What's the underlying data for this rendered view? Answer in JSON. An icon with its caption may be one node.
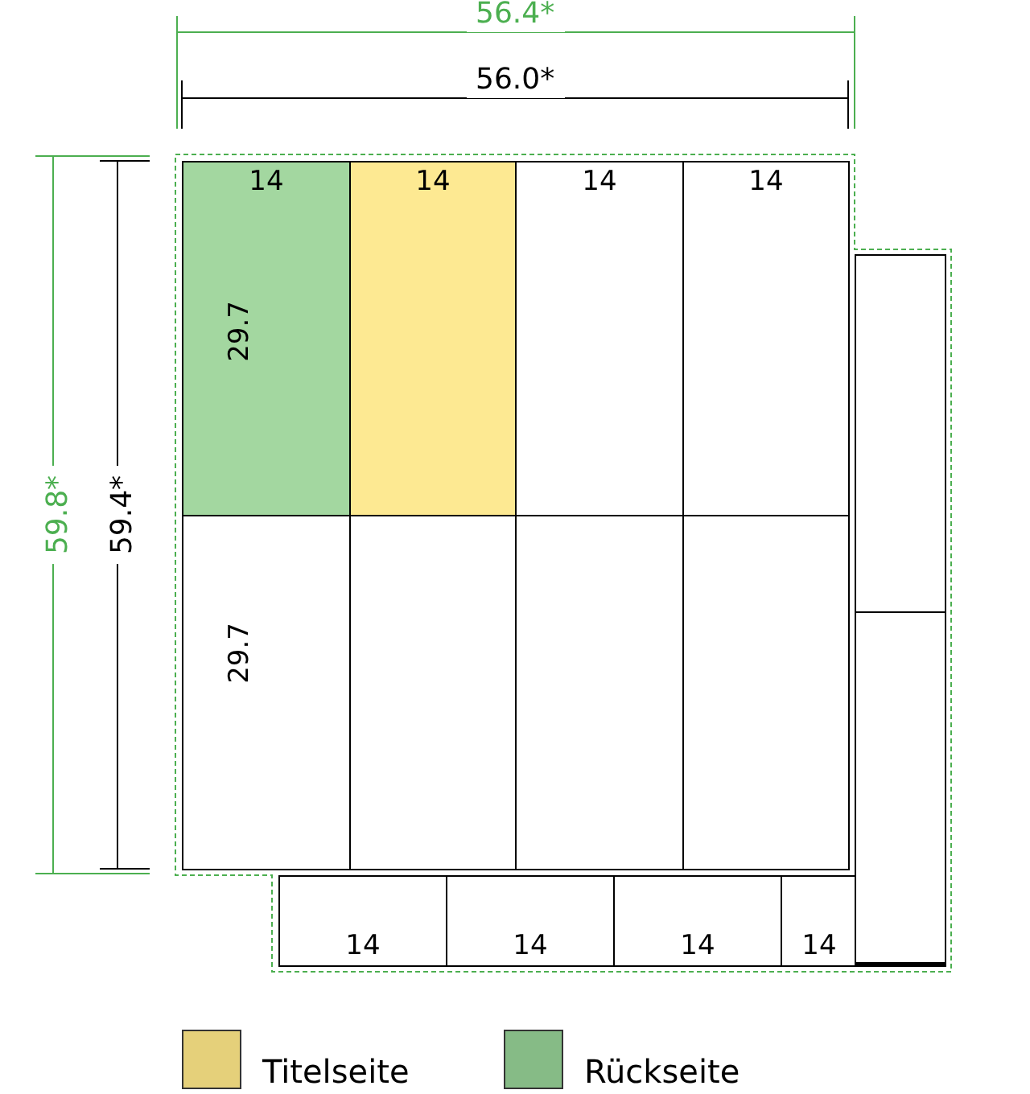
{
  "diagram": {
    "nodes": [
      {
        "text": [
          "14",
          "29.7"
        ]
      },
      {
        "text": [
          "14"
        ]
      },
      {
        "text": [
          "14"
        ]
      },
      {
        "text": [
          "14"
        ]
      },
      {
        "text": [],
        "shape": "box"
      },
      {
        "text": [
          "29.7"
        ]
      },
      {
        "text": [],
        "shape": "box"
      },
      {
        "text": [],
        "shape": "box"
      },
      {
        "text": [],
        "shape": "box"
      },
      {
        "text": [],
        "shape": "box"
      },
      {
        "text": [
          "14"
        ]
      },
      {
        "text": [
          "14"
        ]
      },
      {
        "text": [
          "14"
        ]
      },
      {
        "text": [
          "14"
        ]
      }
    ],
    "labels": [
      "56.4*",
      "56.0*",
      "59.8*",
      "59.4*"
    ],
    "legend": [
      {
        "text": "Titelseite",
        "color": "#e5d07a"
      },
      {
        "text": "Rückseite",
        "color": "#86bb86"
      }
    ]
  }
}
